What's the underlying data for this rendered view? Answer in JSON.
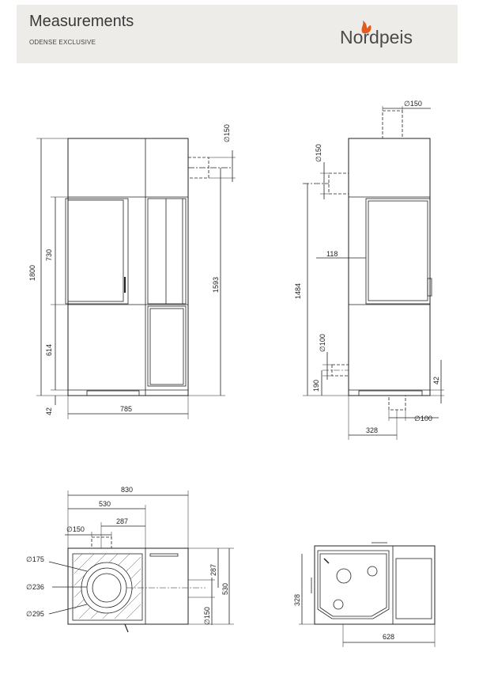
{
  "header": {
    "title": "Measurements",
    "subtitle": "ODENSE EXCLUSIVE",
    "brand": "Nordpeis",
    "brand_color": "#e35a1e",
    "icon": "flame-icon"
  },
  "front_view": {
    "height_total": "1800",
    "door_height": "730",
    "base_height": "614",
    "foot_height": "42",
    "width": "785",
    "outlet_height": "1593",
    "outlet_diameter": "∅150"
  },
  "side_view": {
    "top_outlet_diameter": "∅150",
    "rear_outlet_diameter": "∅150",
    "rear_outlet_height": "1484",
    "door_offset": "118",
    "air_intake_diameter": "∅100",
    "air_intake_height": "190",
    "foot_height": "42",
    "bottom_depth": "328",
    "bottom_air_diameter": "∅100"
  },
  "top_view": {
    "total_width": "830",
    "stove_width": "530",
    "outlet_offset": "287",
    "outlet_diameter": "∅150",
    "depth": "530",
    "depth_offset": "287",
    "side_outlet_diameter": "∅150",
    "ring_1": "∅175",
    "ring_2": "∅236",
    "ring_3": "∅295"
  },
  "floor_plate": {
    "depth": "328",
    "width": "628"
  }
}
